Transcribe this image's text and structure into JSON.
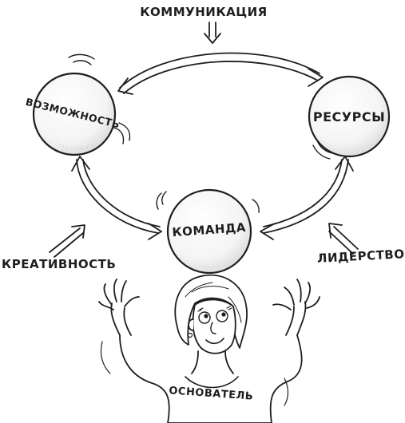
{
  "labels": {
    "communication": "КОММУНИКАЦИЯ",
    "opportunity": "ВОЗМОЖНОСТЬ",
    "resources": "РЕСУРСЫ",
    "team": "КОМАНДА",
    "creativity": "КРЕАТИВНОСТЬ",
    "leadership": "ЛИДЕРСТВО",
    "founder": "ОСНОВАТЕЛЬ"
  },
  "colors": {
    "ink": "#1e1e1e",
    "paper": "#ffffff"
  }
}
